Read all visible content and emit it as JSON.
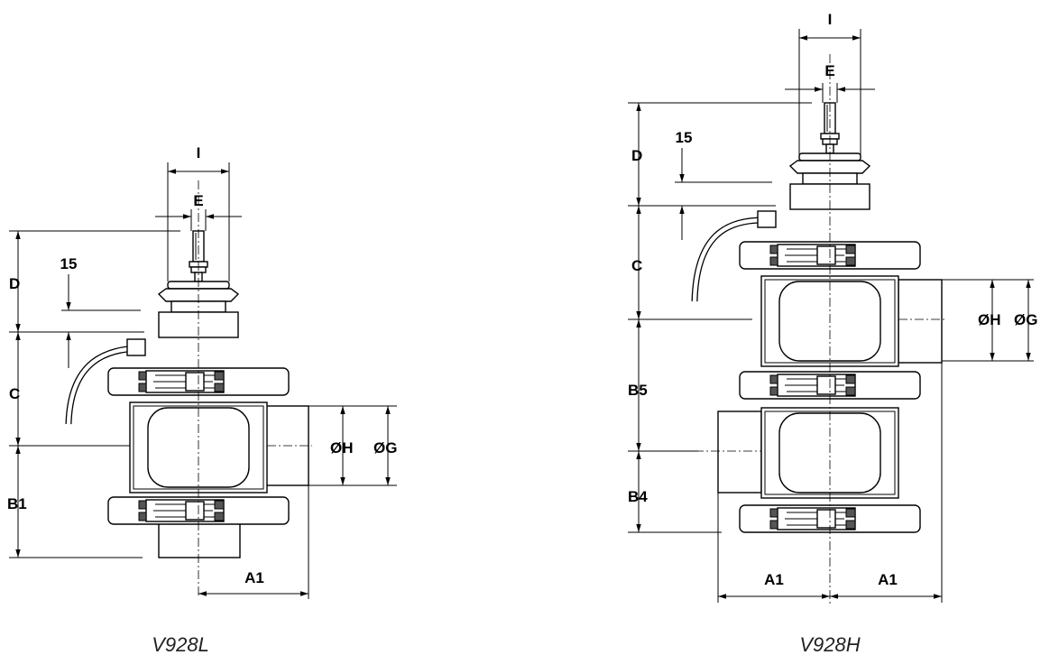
{
  "drawings": [
    {
      "caption": "V928L",
      "labels": {
        "I": "I",
        "E": "E",
        "D": "D",
        "C": "C",
        "B1": "B1",
        "A1": "A1",
        "dimension_15": "15",
        "H": "ØH",
        "G": "ØG"
      }
    },
    {
      "caption": "V928H",
      "labels": {
        "I": "I",
        "E": "E",
        "D": "D",
        "C": "C",
        "B5": "B5",
        "B4": "B4",
        "A1_left": "A1",
        "A1_right": "A1",
        "dimension_15": "15",
        "H": "ØH",
        "G": "ØG"
      }
    }
  ],
  "colors": {
    "line": "#000000",
    "shade": "#555555",
    "background": "#ffffff"
  }
}
